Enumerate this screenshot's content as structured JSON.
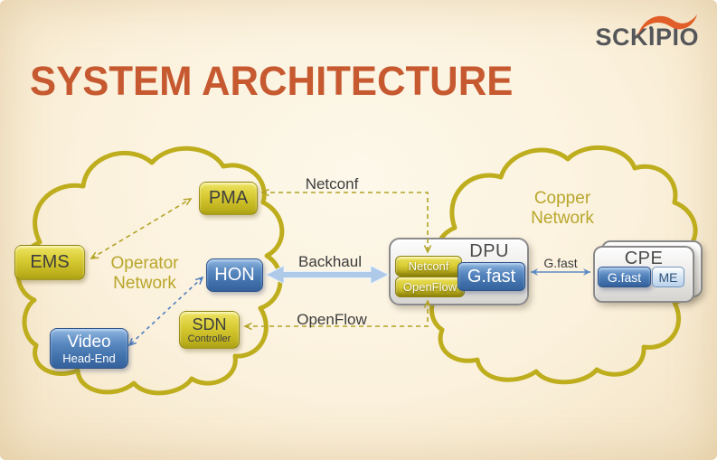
{
  "title": "SYSTEM ARCHITECTURE",
  "logo": {
    "text": "SCKIPIO"
  },
  "clouds": {
    "operator": {
      "line1": "Operator",
      "line2": "Network"
    },
    "copper": {
      "line1": "Copper",
      "line2": "Network"
    }
  },
  "nodes": {
    "ems": {
      "label": "EMS"
    },
    "pma": {
      "label": "PMA"
    },
    "hon": {
      "label": "HON"
    },
    "sdn": {
      "label": "SDN",
      "sublabel": "Controller"
    },
    "video": {
      "label": "Video",
      "sublabel": "Head-End"
    },
    "dpu": {
      "title": "DPU",
      "netconf": "Netconf",
      "openflow": "OpenFlow",
      "gfast": "G.fast"
    },
    "cpe": {
      "title": "CPE",
      "gfast": "G.fast",
      "me": "ME"
    }
  },
  "connections": {
    "netconf": {
      "label": "Netconf",
      "style": "dashed-olive",
      "from": "DPU Netconf",
      "to": "PMA"
    },
    "backhaul": {
      "label": "Backhaul",
      "style": "thick-light-blue-double-arrow",
      "from": "HON",
      "to": "DPU"
    },
    "openflow": {
      "label": "OpenFlow",
      "style": "dashed-olive",
      "from": "DPU OpenFlow",
      "to": "SDN Controller"
    },
    "gfast": {
      "label": "G.fast",
      "style": "thin-blue-double-arrow",
      "from": "DPU G.fast",
      "to": "CPE G.fast"
    },
    "pma_ems": {
      "style": "dashed-olive-double-arrow",
      "from": "PMA",
      "to": "EMS"
    },
    "hon_video": {
      "style": "dashed-blue-double-arrow",
      "from": "HON",
      "to": "Video Head-End"
    }
  },
  "colors": {
    "title_orange": "#C6592F",
    "logo_gray": "#55565A",
    "logo_swoosh_orange": "#E25E28",
    "cloud_olive": "#BEAD1D",
    "olive_text": "#B9A62B",
    "yellow_box": "#D8CB33",
    "blue_box": "#4678B4",
    "backhaul_fill": "#AFCAE9",
    "background_cream": "#FBF1DC"
  }
}
